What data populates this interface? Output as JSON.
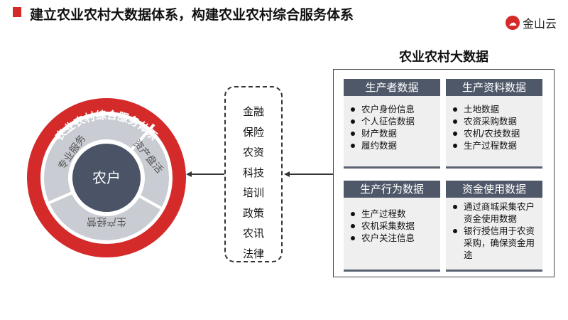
{
  "header": {
    "title": "建立农业农村大数据体系，构建农业农村综合服务体系",
    "logo_mark": "☁",
    "logo_text": "金山云"
  },
  "diagram": {
    "outer_label": "农业农村综合服务体系",
    "center_label": "农户",
    "segments": [
      "专业服务",
      "资产盘活",
      "生产经营"
    ],
    "colors": {
      "ring": "#d42a2a",
      "center": "#4a5466",
      "segment": "#c9ccd3"
    }
  },
  "services": {
    "items": [
      "金融",
      "保险",
      "农资",
      "科技",
      "培训",
      "政策",
      "农讯",
      "法律"
    ]
  },
  "bigdata": {
    "title": "农业农村大数据",
    "cards": [
      {
        "header": "生产者数据",
        "items": [
          "农户身份信息",
          "个人征信数据",
          "财产数据",
          "履约数据"
        ]
      },
      {
        "header": "生产资料数据",
        "items": [
          "土地数据",
          "农资采购数据",
          "农机/农技数据",
          "生产过程数据"
        ]
      },
      {
        "header": "生产行为数据",
        "items": [
          "生产过程数",
          "农机采集数据",
          "农户关注信息"
        ]
      },
      {
        "header": "资金使用数据",
        "items": [
          "通过商城采集农户资金使用数据",
          "银行授信用于农资采购，确保资金用途"
        ]
      }
    ]
  }
}
